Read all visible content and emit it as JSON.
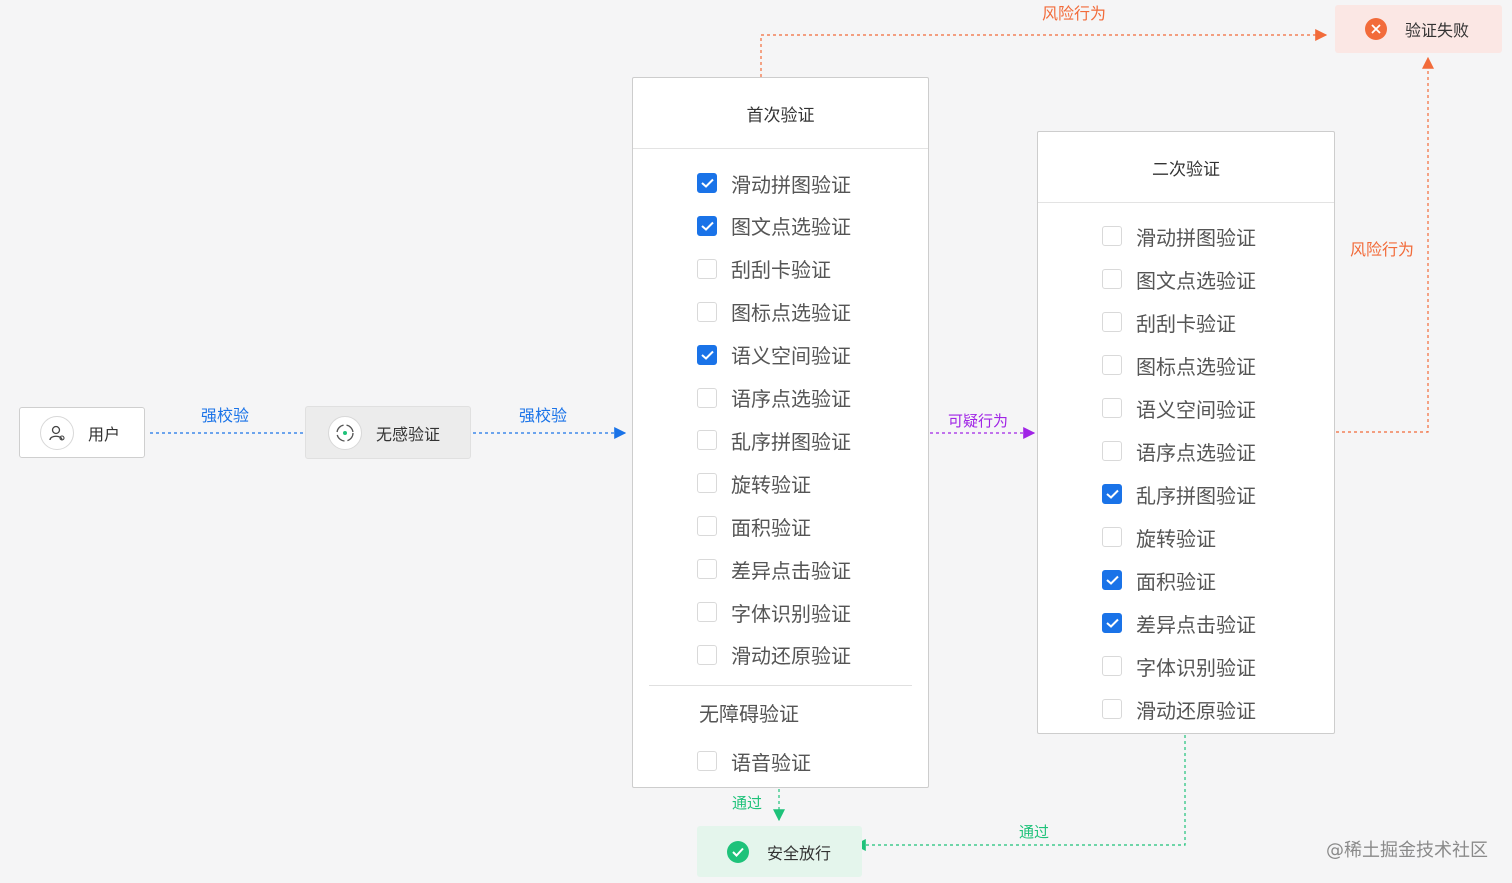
{
  "colors": {
    "blue": "#1a73e8",
    "red": "#f26b3a",
    "purple": "#a024e6",
    "green": "#1ec27a"
  },
  "nodes": {
    "user": {
      "label": "用户",
      "icon": "user-icon"
    },
    "silent": {
      "label": "无感验证",
      "icon": "target-icon"
    },
    "fail": {
      "label": "验证失败",
      "icon": "close-icon"
    },
    "pass": {
      "label": "安全放行",
      "icon": "check-icon"
    }
  },
  "edges": {
    "strong1": "强校验",
    "strong2": "强校验",
    "risk_top": "风险行为",
    "risk_right": "风险行为",
    "suspicious": "可疑行为",
    "pass1": "通过",
    "pass2": "通过"
  },
  "first_panel": {
    "title": "首次验证",
    "options": [
      {
        "label": "滑动拼图验证",
        "checked": true
      },
      {
        "label": "图文点选验证",
        "checked": true
      },
      {
        "label": "刮刮卡验证",
        "checked": false
      },
      {
        "label": "图标点选验证",
        "checked": false
      },
      {
        "label": "语义空间验证",
        "checked": true
      },
      {
        "label": "语序点选验证",
        "checked": false
      },
      {
        "label": "乱序拼图验证",
        "checked": false
      },
      {
        "label": "旋转验证",
        "checked": false
      },
      {
        "label": "面积验证",
        "checked": false
      },
      {
        "label": "差异点击验证",
        "checked": false
      },
      {
        "label": "字体识别验证",
        "checked": false
      },
      {
        "label": "滑动还原验证",
        "checked": false
      }
    ],
    "accessible_title": "无障碍验证",
    "accessible_options": [
      {
        "label": "语音验证",
        "checked": false
      }
    ]
  },
  "second_panel": {
    "title": "二次验证",
    "options": [
      {
        "label": "滑动拼图验证",
        "checked": false
      },
      {
        "label": "图文点选验证",
        "checked": false
      },
      {
        "label": "刮刮卡验证",
        "checked": false
      },
      {
        "label": "图标点选验证",
        "checked": false
      },
      {
        "label": "语义空间验证",
        "checked": false
      },
      {
        "label": "语序点选验证",
        "checked": false
      },
      {
        "label": "乱序拼图验证",
        "checked": true
      },
      {
        "label": "旋转验证",
        "checked": false
      },
      {
        "label": "面积验证",
        "checked": true
      },
      {
        "label": "差异点击验证",
        "checked": true
      },
      {
        "label": "字体识别验证",
        "checked": false
      },
      {
        "label": "滑动还原验证",
        "checked": false
      }
    ]
  },
  "watermark": "@稀土掘金技术社区"
}
